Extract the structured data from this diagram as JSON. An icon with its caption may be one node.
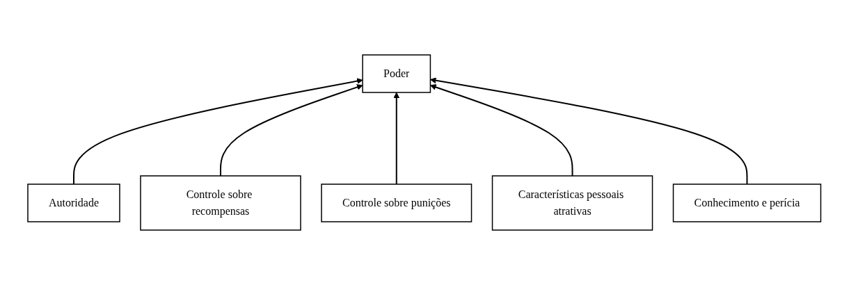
{
  "diagram": {
    "nodes": [
      {
        "text": [
          "Poder"
        ]
      },
      {
        "text": [
          "Autoridade"
        ]
      },
      {
        "text": [
          "Controle sobre recompensas"
        ]
      },
      {
        "text": [
          "Controle sobre punições"
        ]
      },
      {
        "text": [
          "Características pessoais atrativas"
        ]
      },
      {
        "text": [
          "Conhecimento e perícia"
        ]
      }
    ],
    "edges": [
      {
        "from": 1,
        "to": 0,
        "arrow": "to"
      },
      {
        "from": 2,
        "to": 0,
        "arrow": "to"
      },
      {
        "from": 3,
        "to": 0,
        "arrow": "to"
      },
      {
        "from": 4,
        "to": 0,
        "arrow": "to"
      },
      {
        "from": 5,
        "to": 0,
        "arrow": "to"
      }
    ]
  }
}
